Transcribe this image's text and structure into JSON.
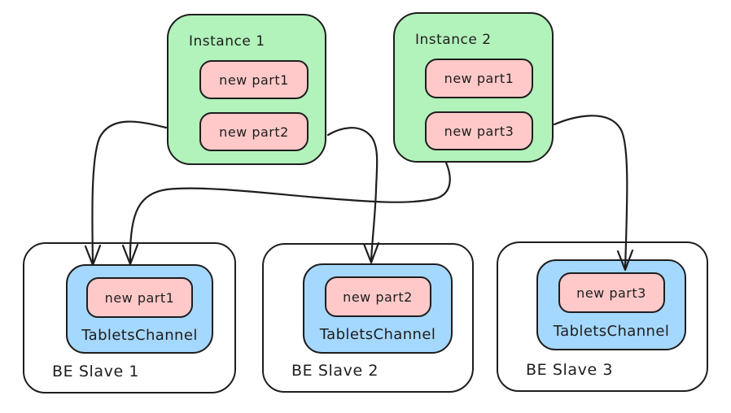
{
  "colors": {
    "stroke": "#1e1e1e",
    "instance_fill": "#b2f2bb",
    "part_fill": "#ffc9c9",
    "channel_fill": "#a5d8ff",
    "background": "#ffffff"
  },
  "instances": [
    {
      "label": "Instance 1",
      "parts": [
        "new part1",
        "new part2"
      ]
    },
    {
      "label": "Instance 2",
      "parts": [
        "new part1",
        "new part3"
      ]
    }
  ],
  "slaves": [
    {
      "label": "BE Slave 1",
      "channel_label": "TabletsChannel",
      "part": "new part1"
    },
    {
      "label": "BE Slave 2",
      "channel_label": "TabletsChannel",
      "part": "new part2"
    },
    {
      "label": "BE Slave 3",
      "channel_label": "TabletsChannel",
      "part": "new part3"
    }
  ],
  "connections": [
    {
      "from": "Instance 1",
      "to": "BE Slave 1 / TabletsChannel"
    },
    {
      "from": "Instance 2",
      "to": "BE Slave 1 / TabletsChannel"
    },
    {
      "from": "Instance 1",
      "to": "BE Slave 2 / TabletsChannel"
    },
    {
      "from": "Instance 2",
      "to": "BE Slave 3 / TabletsChannel"
    }
  ]
}
